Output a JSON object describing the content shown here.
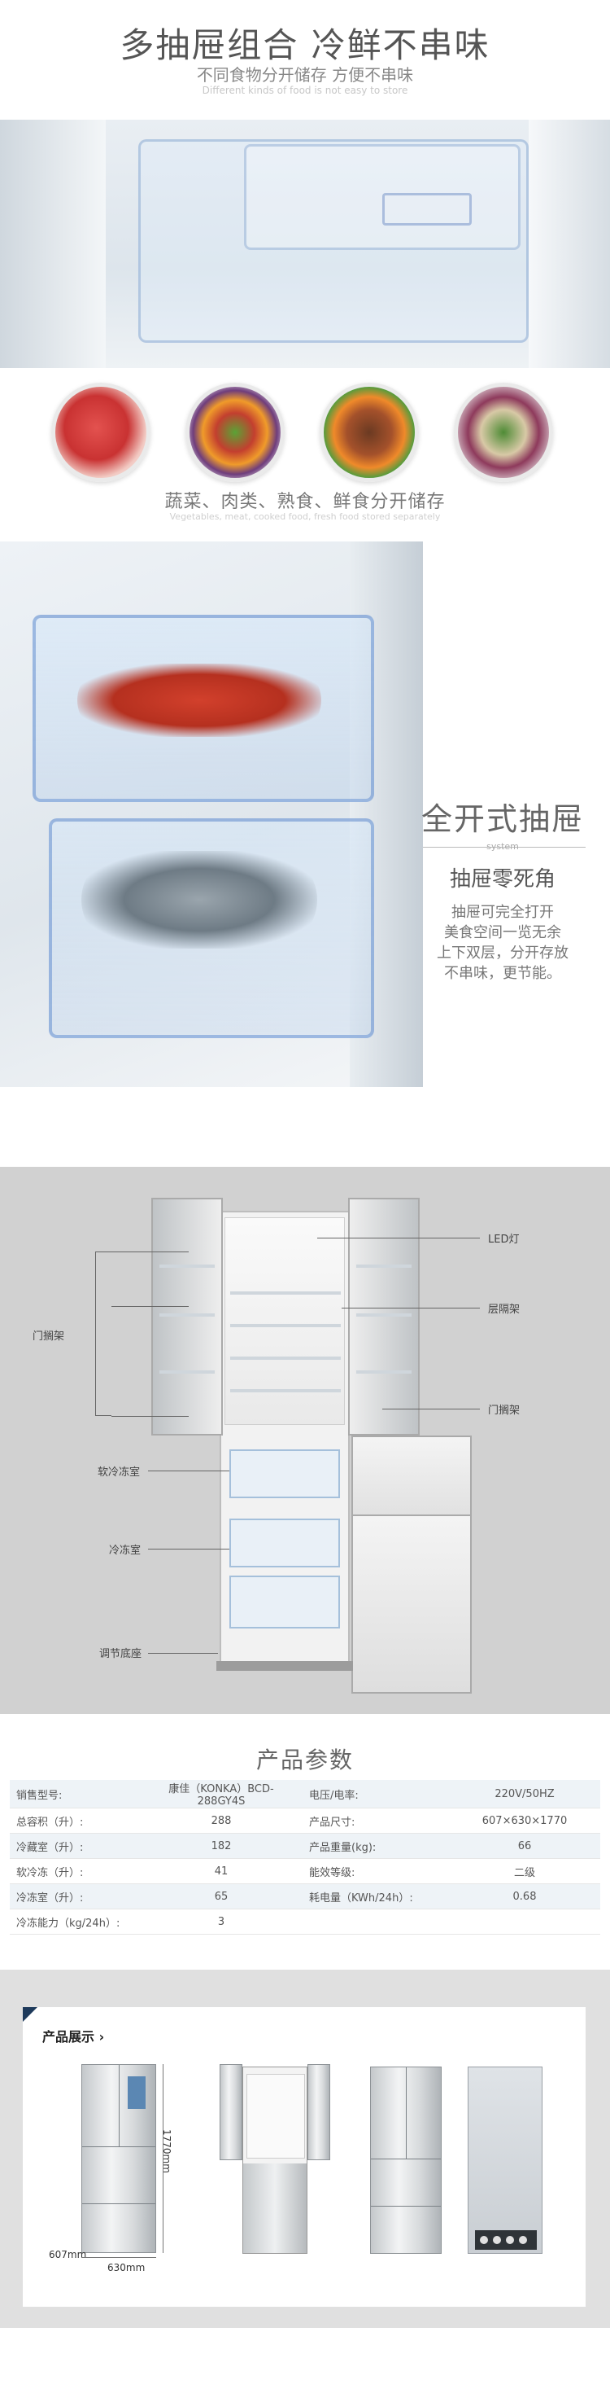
{
  "section1": {
    "title": "多抽屉组合 冷鲜不串味",
    "subtitle": "不同食物分开储存 方便不串味",
    "subtitle_en": "Different kinds of food is not easy to store",
    "food_text": "蔬菜、肉类、熟食、鲜食分开储存",
    "food_text_en": "Vegetables, meat, cooked food, fresh food stored separately"
  },
  "section2": {
    "title": "全开式抽屉",
    "title_en": "system",
    "subtitle": "抽屉零死角",
    "desc": [
      "抽屉可完全打开",
      "美食空间一览无余",
      "上下双层，分开存放",
      "不串味，更节能。"
    ]
  },
  "structure": {
    "labels": {
      "led": "LED灯",
      "shelf": "层隔架",
      "door_shelf_right": "门搁架",
      "door_shelf_left": "门搁架",
      "soft_freeze": "软冷冻室",
      "freezer": "冷冻室",
      "base": "调节底座"
    }
  },
  "params": {
    "title": "产品参数",
    "rows": [
      [
        "销售型号:",
        "康佳（KONKA）BCD-288GY4S",
        "电压/电率:",
        "220V/50HZ"
      ],
      [
        "总容积（升）:",
        "288",
        "产品尺寸:",
        "607×630×1770"
      ],
      [
        "冷藏室（升）:",
        "182",
        "产品重量(kg):",
        "66"
      ],
      [
        "软冷冻（升）:",
        "41",
        "能效等级:",
        "二级"
      ],
      [
        "冷冻室（升）:",
        "65",
        "耗电量（KWh/24h）:",
        "0.68"
      ],
      [
        "冷冻能力（kg/24h）:",
        "3",
        "",
        ""
      ]
    ]
  },
  "show": {
    "title": "产品展示",
    "dims": {
      "height": "1770mm",
      "depth": "607mm",
      "width": "630mm"
    }
  }
}
